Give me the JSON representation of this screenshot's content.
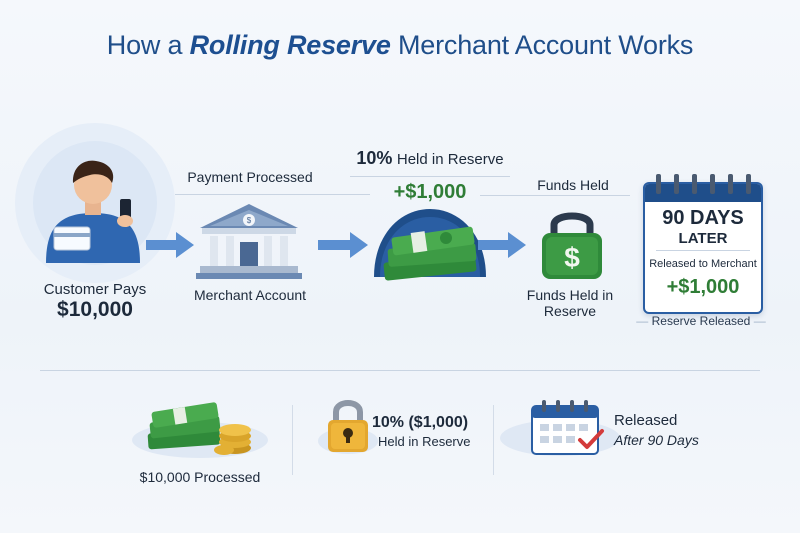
{
  "title": {
    "pre": "How a",
    "emphasis": "Rolling Reserve",
    "post": "Merchant Account Works"
  },
  "flow": {
    "customer": {
      "label_line1": "Customer Pays",
      "amount": "$10,000"
    },
    "payment_processed": "Payment Processed",
    "merchant_account": "Merchant Account",
    "reserve": {
      "percent": "10%",
      "percent_text": "Held in Reserve",
      "amount": "+$1,000"
    },
    "funds_held_top": "Funds Held",
    "funds_held_line1": "Funds Held in",
    "funds_held_line2": "Reserve",
    "calendar": {
      "days": "90 DAYS",
      "later": "LATER",
      "released_to": "Released to Merchant",
      "amount": "+$1,000",
      "footer": "Reserve Released"
    }
  },
  "summary": {
    "processed": "$10,000 Processed",
    "held_line1": "10% ($1,000)",
    "held_line2": "Held in Reserve",
    "released_line1": "Released",
    "released_line2": "After 90 Days"
  },
  "colors": {
    "brand_blue": "#1f4e8a",
    "accent_green": "#2f7d36",
    "lock_gold": "#e3a72f",
    "check_red": "#d33b3b"
  },
  "icons": [
    "customer-icon",
    "bank-icon",
    "cash-stack-icon",
    "money-bag-lock-icon",
    "calendar-icon",
    "padlock-icon",
    "coins-icon",
    "arrow-right-icon",
    "checkmark-icon"
  ]
}
